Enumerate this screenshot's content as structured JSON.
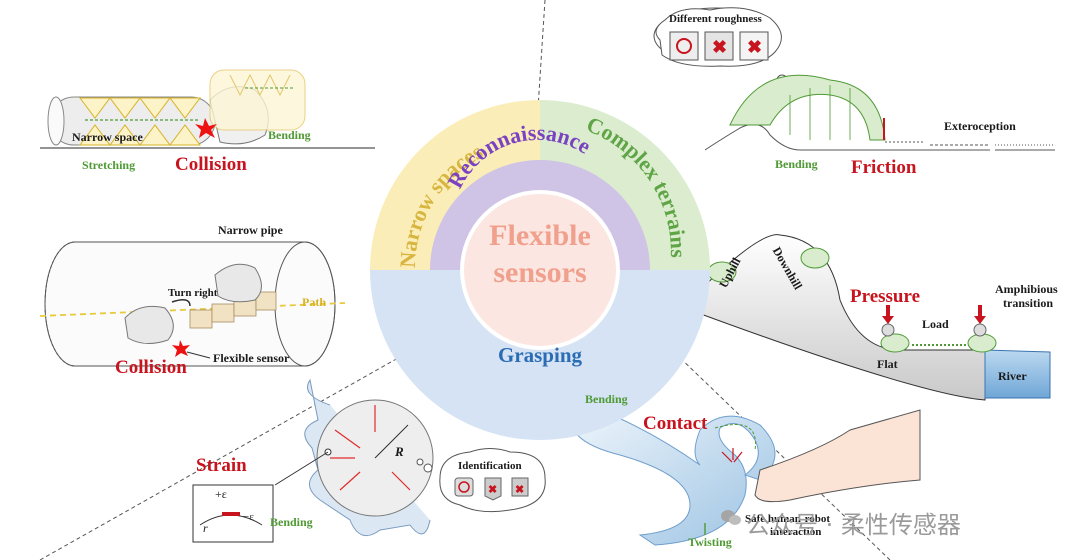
{
  "center": {
    "title_line1": "Flexible",
    "title_line2": "sensors",
    "ring_inner": [
      "Reconnaissance"
    ],
    "ring_outer": [
      "Narrow spaces",
      "Complex terrains",
      "Grasping"
    ]
  },
  "narrow_space_panel": {
    "narrow_space": "Narrow space",
    "bending": "Bending",
    "stretching": "Stretching",
    "collision": "Collision"
  },
  "pipe_panel": {
    "narrow_pipe": "Narrow pipe",
    "turn_right": "Turn right",
    "path": "Path",
    "collision": "Collision",
    "flexible_sensor": "Flexible sensor"
  },
  "friction_panel": {
    "different_roughness": "Different roughness",
    "exteroception": "Exteroception",
    "bending": "Bending",
    "friction": "Friction"
  },
  "terrain_panel": {
    "uphill": "Uphill",
    "downhill": "Downhill",
    "pressure": "Pressure",
    "amphibious_line1": "Amphibious",
    "amphibious_line2": "transition",
    "load": "Load",
    "flat": "Flat",
    "river": "River"
  },
  "strain_panel": {
    "strain": "Strain",
    "radius": "R",
    "plus_eps": "+ε",
    "minus_eps": "−ε",
    "r": "r",
    "identification": "Identification",
    "bending": "Bending"
  },
  "contact_panel": {
    "bending": "Bending",
    "contact": "Contact",
    "safe_line1": "Safe human-robot",
    "safe_line2": "interaction",
    "twisting": "Twisting"
  },
  "watermark": "公众号 · 柔性传感器",
  "colors": {
    "yellow_ring": "#fbedb7",
    "green_ring": "#dbeccf",
    "blue_ring": "#d5e3f4",
    "inner_ring": "#cfc3e6",
    "core": "#fbe6e1",
    "center_text": "#f0a08c",
    "red_label": "#c8141e",
    "green_label": "#4f9a35"
  }
}
